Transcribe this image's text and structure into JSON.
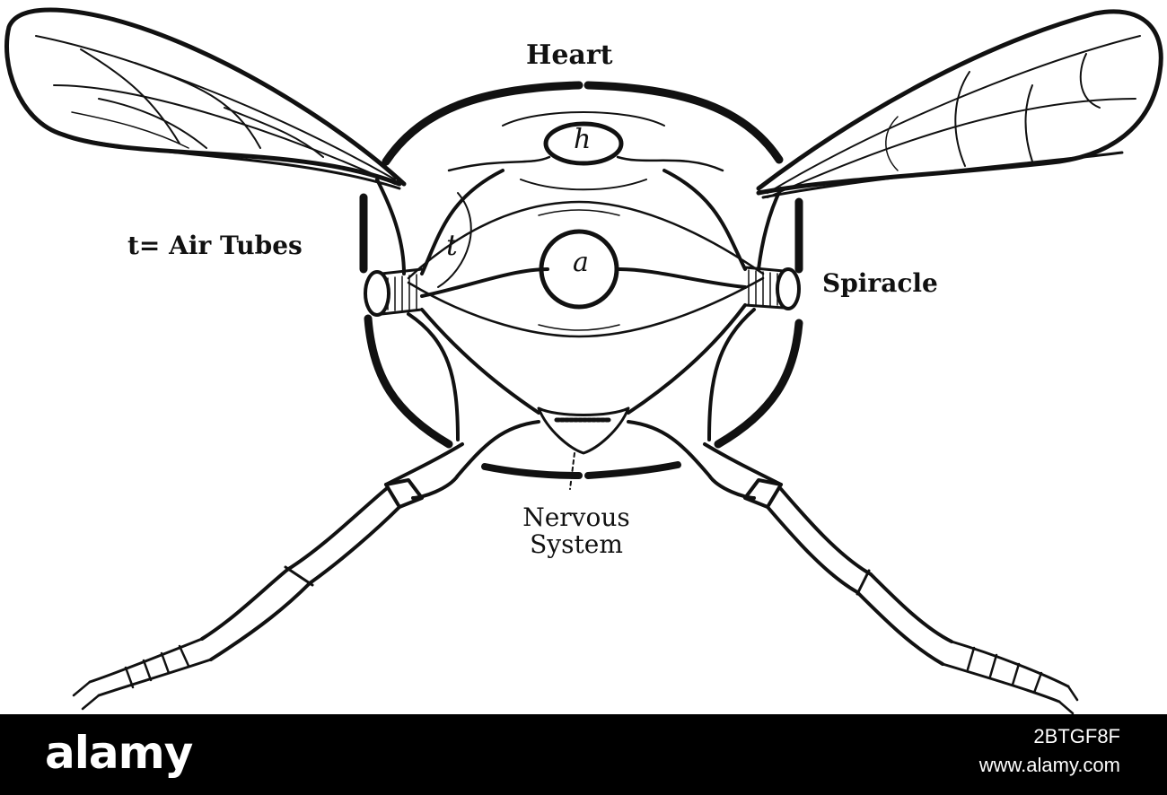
{
  "labels": {
    "heart": "Heart",
    "air_tubes": "t= Air Tubes",
    "spiracle": "Spiracle",
    "nervous_line1": "Nervous",
    "nervous_line2": "System"
  },
  "letters": {
    "heart_vessel": "h",
    "alimentary_canal": "a",
    "air_tube": "t"
  },
  "watermark": {
    "brand": "alamy",
    "image_id": "2BTGF8F",
    "url": "www.alamy.com"
  },
  "colors": {
    "ink": "#111111",
    "paper": "#ffffff",
    "footer_bg": "#000000"
  }
}
